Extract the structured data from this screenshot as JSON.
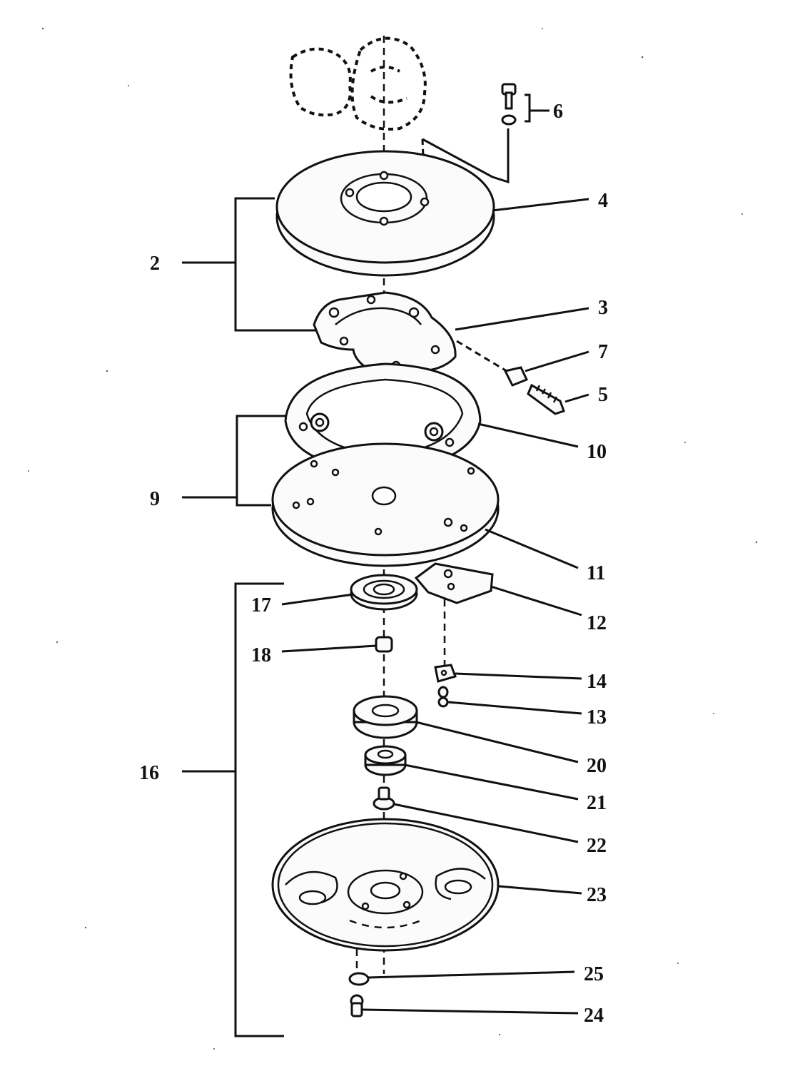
{
  "callouts": [
    "2",
    "3",
    "4",
    "5",
    "6",
    "7",
    "9",
    "10",
    "11",
    "12",
    "13",
    "14",
    "16",
    "17",
    "18",
    "20",
    "21",
    "22",
    "23",
    "25",
    "24"
  ],
  "colors": {
    "ink": "#111111",
    "paper": "#ffffff"
  }
}
